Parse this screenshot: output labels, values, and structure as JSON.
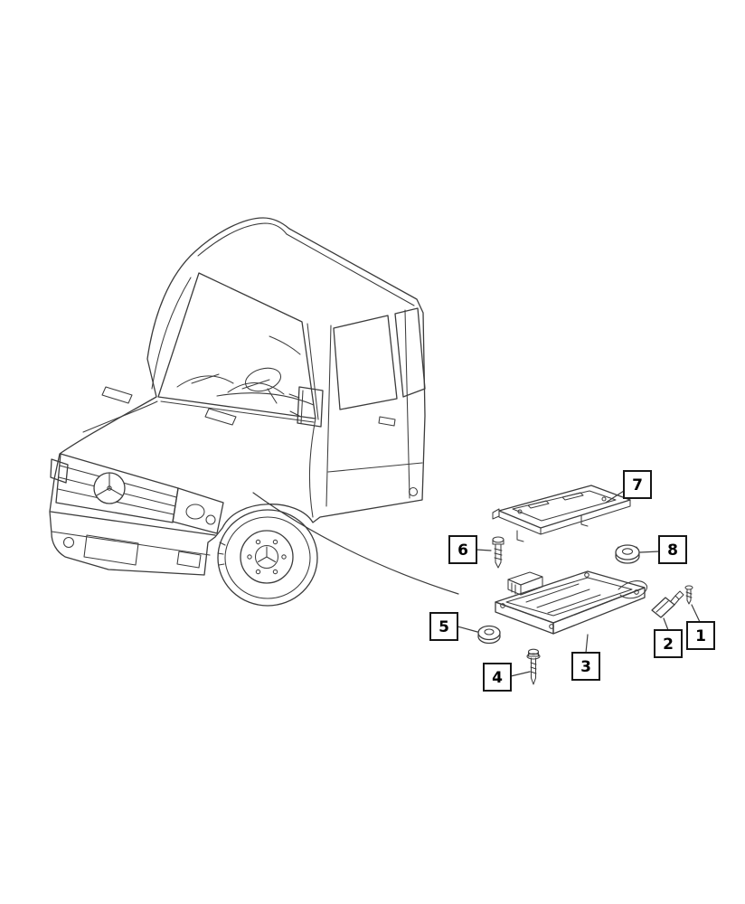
{
  "theme": {
    "background_color": "#ffffff",
    "line_color": "#3c3c3c",
    "callout_border_color": "#161616",
    "callout_text_color": "#000000"
  },
  "illustrations": {
    "vehicle": "cargo-van-front-three-quarter-line-art",
    "parts_area": "exploded-module-bracket-assembly"
  },
  "diagram": {
    "callouts": [
      {
        "label": "1"
      },
      {
        "label": "2"
      },
      {
        "label": "3"
      },
      {
        "label": "4"
      },
      {
        "label": "5"
      },
      {
        "label": "6"
      },
      {
        "label": "7"
      },
      {
        "label": "8"
      }
    ]
  }
}
